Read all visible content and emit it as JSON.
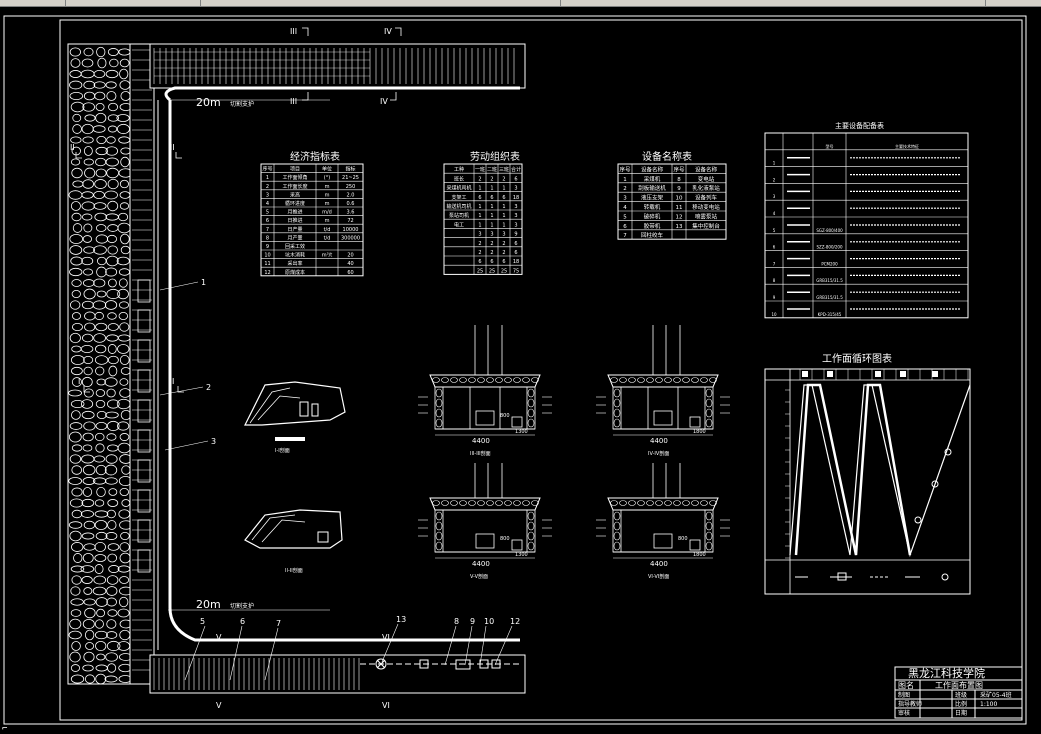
{
  "labels": {
    "dim_top": "20m",
    "dim_top_note": "切割支护",
    "dim_bottom": "20m",
    "dim_bottom_note": "切割支护",
    "econ_title": "经济指标表",
    "labor_title": "劳动组织表",
    "equip_title": "设备名称表",
    "main_equip_title": "主要设备配备表",
    "cycle_title": "工作面循环图表",
    "section_1": "I-I剖面",
    "section_2": "II-II剖面",
    "section_3": "III-III剖面",
    "section_4": "IV-IV剖面",
    "section_5": "V-V剖面",
    "section_6": "VI-VI剖面",
    "width_4400": "4400",
    "dim_800": "800",
    "dim_1300": "1300",
    "dim_1800": "1800",
    "cut_I": "I",
    "cut_II": "II",
    "cut_III": "III",
    "cut_IV": "IV",
    "cut_V": "V",
    "cut_VI": "VI",
    "callouts": [
      "1",
      "2",
      "3",
      "5",
      "6",
      "7",
      "8",
      "9",
      "10",
      "12",
      "13"
    ]
  },
  "econ_table": {
    "headers": [
      "序号",
      "项目",
      "单位",
      "指标"
    ],
    "rows": [
      [
        "1",
        "工作面倾角",
        "(°)",
        "21~25"
      ],
      [
        "2",
        "工作面长度",
        "m",
        "250"
      ],
      [
        "3",
        "采高",
        "m",
        "2.0"
      ],
      [
        "4",
        "循环进度",
        "m",
        "0.6"
      ],
      [
        "5",
        "月推进",
        "m/d",
        "3.6"
      ],
      [
        "6",
        "日推进",
        "m",
        "72"
      ],
      [
        "7",
        "日产量",
        "t/d",
        "10000"
      ],
      [
        "8",
        "月产量",
        "t/d",
        "300000"
      ],
      [
        "9",
        "回采工效",
        "",
        ""
      ],
      [
        "10",
        "坑木消耗",
        "m³/t",
        "20"
      ],
      [
        "11",
        "采出率",
        "",
        "40"
      ],
      [
        "12",
        "原煤成本",
        "",
        "60"
      ]
    ]
  },
  "labor_table": {
    "headers": [
      "工种",
      "一班",
      "二班",
      "三班",
      "合计"
    ],
    "rows": [
      [
        "班长",
        "2",
        "2",
        "2",
        "6"
      ],
      [
        "采煤机司机",
        "1",
        "1",
        "1",
        "3"
      ],
      [
        "支架工",
        "6",
        "6",
        "6",
        "18"
      ],
      [
        "输送机司机",
        "1",
        "1",
        "1",
        "3"
      ],
      [
        "泵站司机",
        "1",
        "1",
        "1",
        "3"
      ],
      [
        "电工",
        "1",
        "1",
        "1",
        "3"
      ],
      [
        "",
        "3",
        "3",
        "3",
        "9"
      ],
      [
        "",
        "2",
        "2",
        "2",
        "6"
      ],
      [
        "",
        "2",
        "2",
        "2",
        "6"
      ],
      [
        "",
        "6",
        "6",
        "6",
        "18"
      ],
      [
        "",
        "25",
        "25",
        "25",
        "75"
      ]
    ]
  },
  "equip_table": {
    "headers": [
      "序号",
      "设备名称",
      "序号",
      "设备名称"
    ],
    "rows": [
      [
        "1",
        "采煤机",
        "8",
        "变电站"
      ],
      [
        "2",
        "刮板输送机",
        "9",
        "乳化液泵站"
      ],
      [
        "3",
        "液压支架",
        "10",
        "设备列车"
      ],
      [
        "4",
        "转载机",
        "11",
        "移动变电站"
      ],
      [
        "5",
        "破碎机",
        "12",
        "喷雾泵站"
      ],
      [
        "6",
        "胶带机",
        "13",
        "集中控制台"
      ],
      [
        "7",
        "回柱绞车",
        "",
        ""
      ]
    ]
  },
  "main_equip_table": {
    "headers": [
      "",
      "",
      "型号",
      "主要技术特征"
    ],
    "rows": [
      [
        "1",
        "",
        "",
        ""
      ],
      [
        "2",
        "",
        "",
        ""
      ],
      [
        "3",
        "",
        "",
        ""
      ],
      [
        "4",
        "",
        "",
        ""
      ],
      [
        "5",
        "",
        "SGZ-800/400",
        ""
      ],
      [
        "6",
        "",
        "SZZ-800/200",
        ""
      ],
      [
        "7",
        "",
        "PCM200",
        ""
      ],
      [
        "8",
        "",
        "GRB315/31.5",
        ""
      ],
      [
        "9",
        "",
        "GRB315/31.5",
        ""
      ],
      [
        "10",
        "",
        "KPD-315/45",
        ""
      ]
    ]
  },
  "title_block": {
    "school": "黑龙江科技学院",
    "drawing_name_label": "图名",
    "drawing_name": "工作面布置图",
    "row2": [
      "制图",
      "",
      "班级",
      "采矿05-4班"
    ],
    "row3": [
      "指导教师",
      "",
      "比例",
      "1:100"
    ],
    "row4": [
      "审核",
      "",
      "日期",
      ""
    ]
  },
  "colors": {
    "background": "#000000",
    "line": "#ffffff"
  }
}
